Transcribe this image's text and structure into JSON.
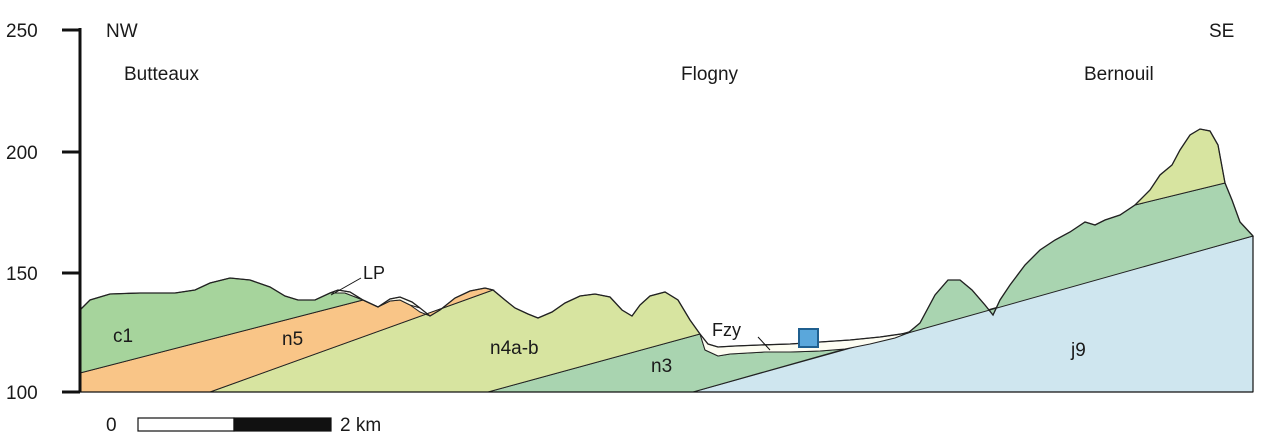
{
  "axis": {
    "ticks": [
      "250",
      "200",
      "150",
      "100"
    ]
  },
  "orientation": {
    "left": "NW",
    "right": "SE"
  },
  "places": {
    "left": "Butteaux",
    "center": "Flogny",
    "right": "Bernouil"
  },
  "units": {
    "c1": "c1",
    "n5": "n5",
    "n4ab": "n4a-b",
    "n3": "n3",
    "j9": "j9",
    "lp": "LP",
    "fzy": "Fzy"
  },
  "scale_bar": {
    "start_label": "0",
    "end_label": "2 km"
  },
  "colors": {
    "c1": "#a6d49c",
    "n5": "#f9c587",
    "n4ab": "#d7e4a0",
    "n3": "#a9d4b0",
    "j9": "#cfe6ef",
    "fzy": "#fdfdf2",
    "marker": "#5aa7db"
  }
}
